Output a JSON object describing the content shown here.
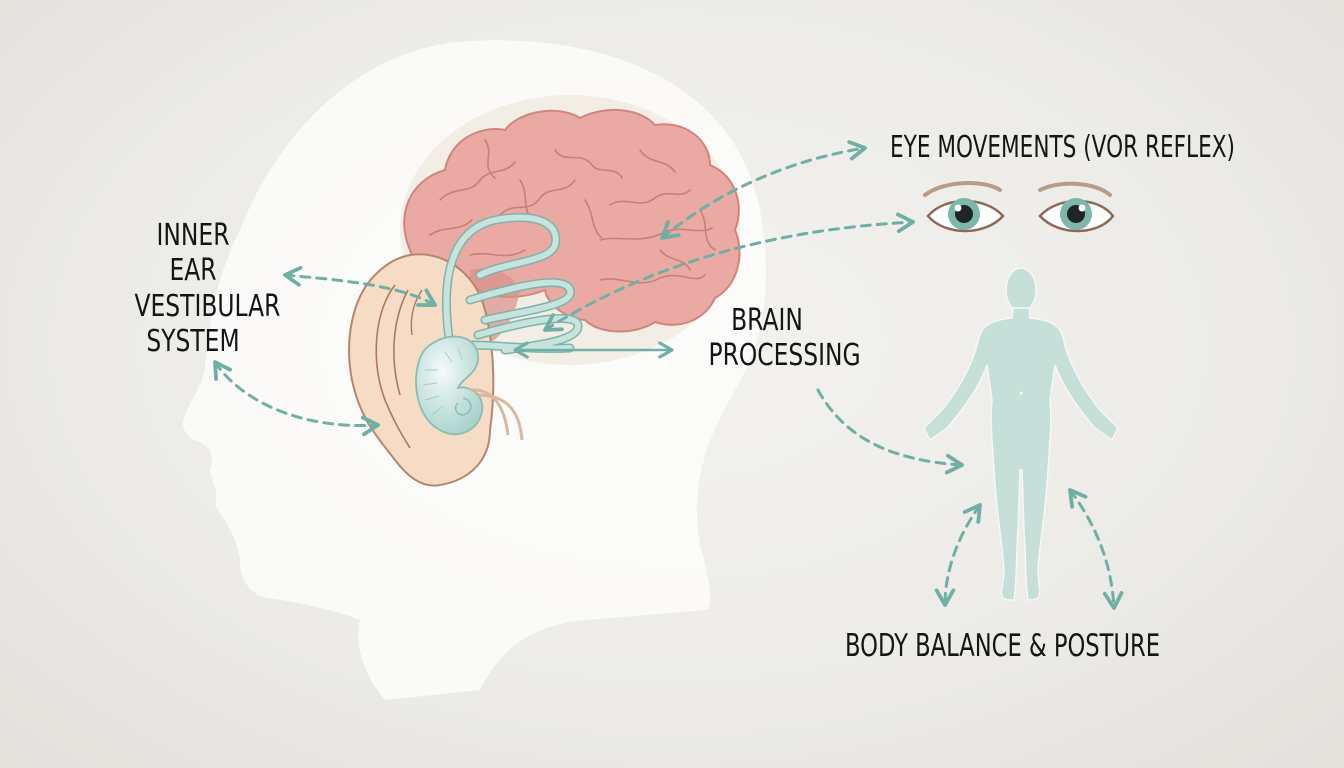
{
  "diagram": {
    "type": "anatomical illustration",
    "subject": "Vestibular system and balance",
    "labels": {
      "inner_ear": [
        "INNER EAR",
        "VESTIBULAR",
        "SYSTEM"
      ],
      "eye_movements": "EYE MOVEMENTS (VOR REFLEX)",
      "brain_processing": [
        "BRAIN",
        "PROCESSING"
      ],
      "body_balance": "BODY BALANCE & POSTURE"
    },
    "elements": [
      {
        "name": "head-silhouette",
        "color": "#fbfbfa"
      },
      {
        "name": "brain",
        "color": "#e8aaa3"
      },
      {
        "name": "outer-ear",
        "color": "#f5d9c0"
      },
      {
        "name": "semicircular-canals",
        "color": "#b9dcd6"
      },
      {
        "name": "cochlea",
        "color": "#cfe6e1"
      },
      {
        "name": "eyes",
        "iris_color": "#7db7ab"
      },
      {
        "name": "human-body-figure",
        "color": "#c6dfd9"
      }
    ],
    "connections": [
      {
        "from": "inner-ear-label",
        "to": "ear",
        "style": "dashed",
        "bidirectional": true
      },
      {
        "from": "inner-ear-label",
        "to": "ear-lobe",
        "style": "dashed",
        "bidirectional": true
      },
      {
        "from": "brain",
        "to": "eye-movements-label",
        "style": "dashed",
        "bidirectional": true
      },
      {
        "from": "canals",
        "to": "eyes",
        "style": "dashed",
        "bidirectional": true
      },
      {
        "from": "canals",
        "to": "brain-processing-label",
        "style": "solid",
        "bidirectional": true
      },
      {
        "from": "brain-processing-label",
        "to": "body",
        "style": "dashed",
        "bidirectional": false
      },
      {
        "from": "body-left",
        "to": "body-balance-label",
        "style": "dashed",
        "bidirectional": true
      },
      {
        "from": "body-right",
        "to": "body-balance-label",
        "style": "dashed",
        "bidirectional": true
      }
    ],
    "colors": {
      "background": "#eeede9",
      "arrow": "#6fafa5",
      "text": "#151515"
    }
  }
}
